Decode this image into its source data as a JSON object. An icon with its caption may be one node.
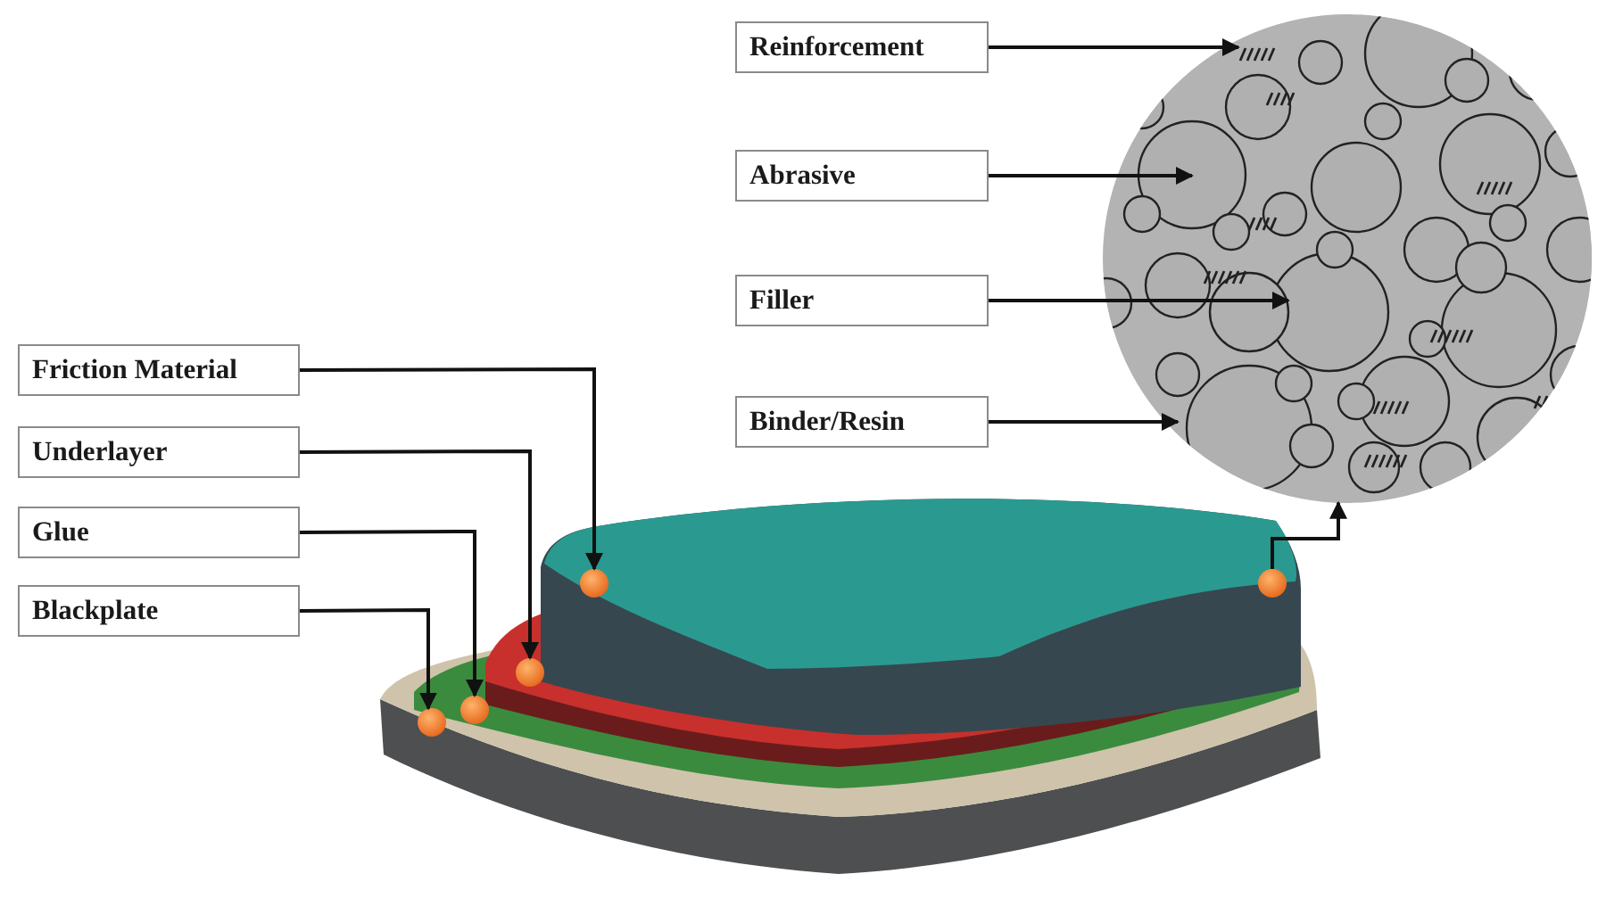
{
  "diagram": {
    "nodes": [
      {
        "text": [
          "Reinforcement"
        ]
      },
      {
        "text": [
          "Abrasive"
        ]
      },
      {
        "text": [
          "Filler"
        ]
      },
      {
        "text": [
          "Binder/Resin"
        ]
      },
      {
        "text": [
          "Friction Material"
        ]
      },
      {
        "text": [
          "Underlayer"
        ]
      },
      {
        "text": [
          "Glue"
        ]
      },
      {
        "text": [
          "Blackplate"
        ]
      },
      {
        "text": [],
        "shape": "circle"
      },
      {
        "text": [],
        "shape": "circle"
      },
      {
        "text": [],
        "shape": "circle"
      },
      {
        "text": [],
        "shape": "circle"
      },
      {
        "text": [],
        "shape": "circle"
      },
      {
        "text": [],
        "shape": "circle"
      }
    ],
    "edges": [
      {
        "from": 0,
        "to": 8,
        "arrow": "to"
      },
      {
        "from": 1,
        "to": 8,
        "arrow": "to"
      },
      {
        "from": 2,
        "to": 8,
        "arrow": "to"
      },
      {
        "from": 3,
        "to": 8,
        "arrow": "to"
      },
      {
        "from": 4,
        "to": 12,
        "arrow": "to"
      },
      {
        "from": 5,
        "to": 11,
        "arrow": "to"
      },
      {
        "from": 6,
        "to": 10,
        "arrow": "to"
      },
      {
        "from": 7,
        "to": 9,
        "arrow": "to"
      },
      {
        "from": 13,
        "to": 8,
        "arrow": "to"
      }
    ]
  }
}
